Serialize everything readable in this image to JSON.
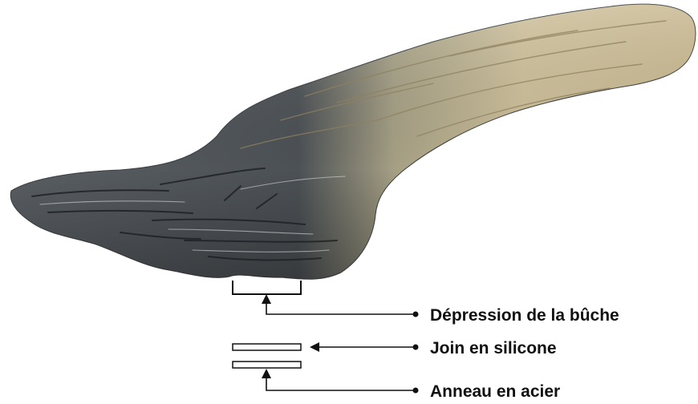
{
  "figure": {
    "subject": "log-illustration",
    "callouts": [
      {
        "id": "depression",
        "label": "Dépression de la bûche"
      },
      {
        "id": "silicone",
        "label": "Join en silicone"
      },
      {
        "id": "ring",
        "label": "Anneau en acier"
      }
    ]
  },
  "colors": {
    "line": "#111111",
    "bark_light": "#cdbf99",
    "bark_mid": "#b3a37c",
    "bark_charred": "#5c6166",
    "bark_charred_dark": "#2e3236"
  }
}
